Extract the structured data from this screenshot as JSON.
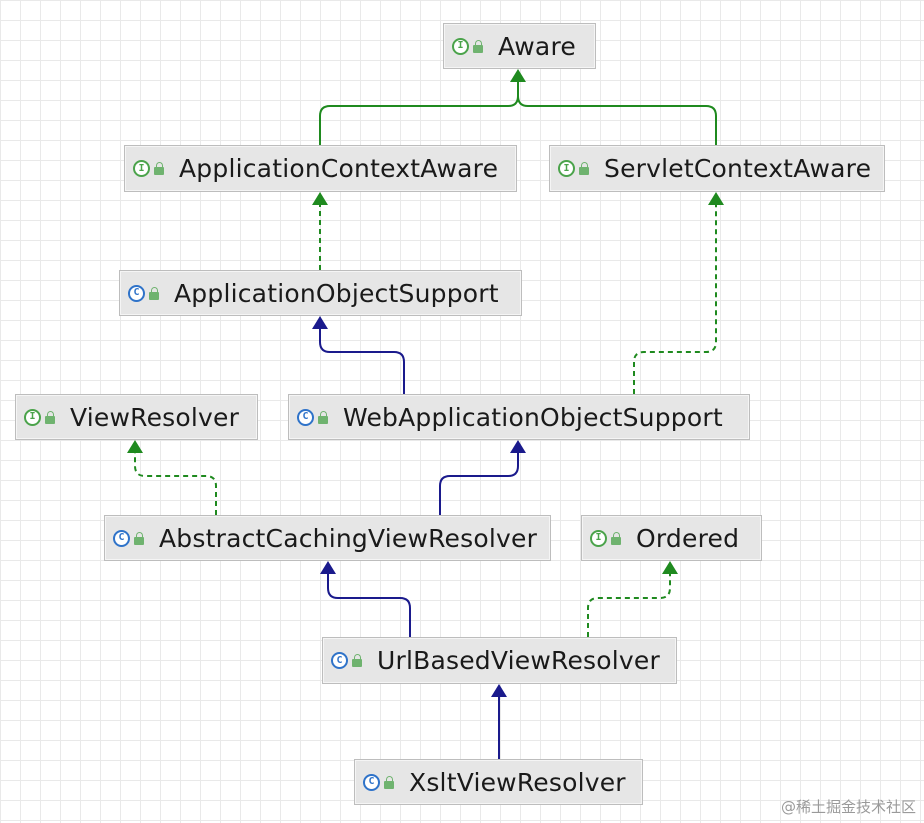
{
  "nodes": {
    "aware": {
      "kind": "interface",
      "badge": "I",
      "label": "Aware"
    },
    "application_context_aware": {
      "kind": "interface",
      "badge": "I",
      "label": "ApplicationContextAware"
    },
    "servlet_context_aware": {
      "kind": "interface",
      "badge": "I",
      "label": "ServletContextAware"
    },
    "application_object_support": {
      "kind": "class",
      "badge": "C",
      "label": "ApplicationObjectSupport"
    },
    "view_resolver": {
      "kind": "interface",
      "badge": "I",
      "label": "ViewResolver"
    },
    "web_application_object_support": {
      "kind": "class",
      "badge": "C",
      "label": "WebApplicationObjectSupport"
    },
    "abstract_caching_view_resolver": {
      "kind": "class",
      "badge": "C",
      "label": "AbstractCachingViewResolver"
    },
    "ordered": {
      "kind": "interface",
      "badge": "I",
      "label": "Ordered"
    },
    "url_based_view_resolver": {
      "kind": "class",
      "badge": "C",
      "label": "UrlBasedViewResolver"
    },
    "xslt_view_resolver": {
      "kind": "class",
      "badge": "C",
      "label": "XsltViewResolver"
    }
  },
  "relationships": [
    {
      "from": "application_context_aware",
      "to": "aware",
      "type": "extends-interface"
    },
    {
      "from": "servlet_context_aware",
      "to": "aware",
      "type": "extends-interface"
    },
    {
      "from": "application_object_support",
      "to": "application_context_aware",
      "type": "implements"
    },
    {
      "from": "web_application_object_support",
      "to": "application_object_support",
      "type": "extends"
    },
    {
      "from": "web_application_object_support",
      "to": "servlet_context_aware",
      "type": "implements"
    },
    {
      "from": "abstract_caching_view_resolver",
      "to": "view_resolver",
      "type": "implements"
    },
    {
      "from": "abstract_caching_view_resolver",
      "to": "web_application_object_support",
      "type": "extends"
    },
    {
      "from": "url_based_view_resolver",
      "to": "abstract_caching_view_resolver",
      "type": "extends"
    },
    {
      "from": "url_based_view_resolver",
      "to": "ordered",
      "type": "implements"
    },
    {
      "from": "xslt_view_resolver",
      "to": "url_based_view_resolver",
      "type": "extends"
    }
  ],
  "colors": {
    "interface_badge": "#4ba34b",
    "class_badge": "#2f73c9",
    "extends_line": "#1a1a8c",
    "interface_line": "#1f8a1f"
  },
  "watermark": "@稀土掘金技术社区"
}
